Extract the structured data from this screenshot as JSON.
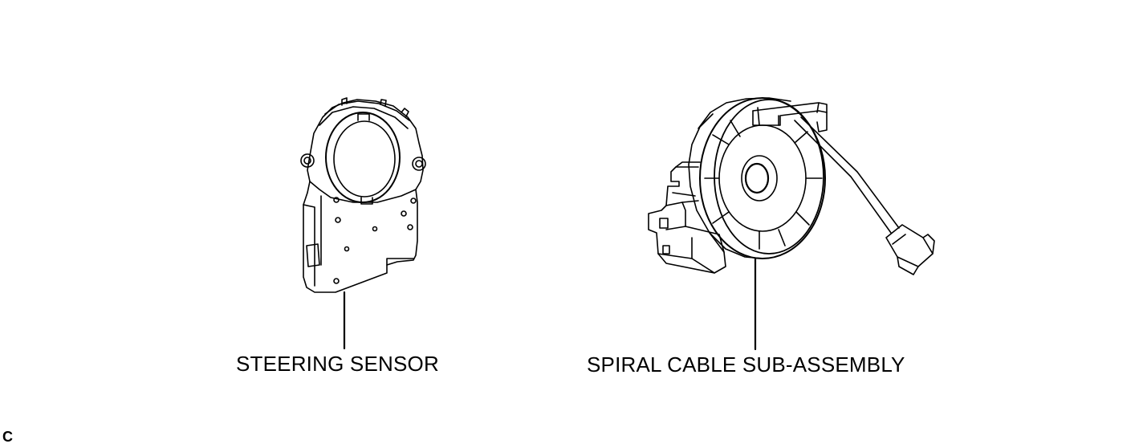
{
  "labels": {
    "steering_sensor": "STEERING SENSOR",
    "spiral_cable": "SPIRAL CABLE SUB-ASSEMBLY"
  },
  "corner_code": "C",
  "colors": {
    "line": "#000000",
    "background": "#ffffff"
  }
}
